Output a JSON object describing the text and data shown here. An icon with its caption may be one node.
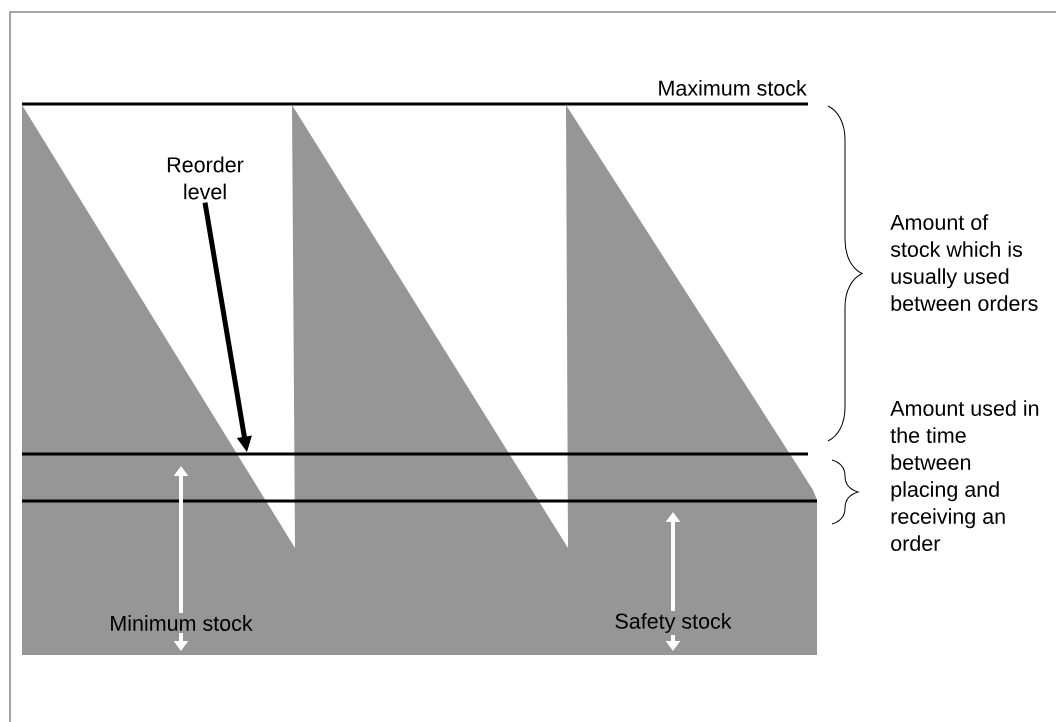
{
  "diagram": {
    "nodes": [
      {
        "text": [
          "Reorder level"
        ]
      },
      {
        "text": [],
        "shape": "line"
      }
    ],
    "edges": [
      {
        "from": 0,
        "to": 1,
        "arrow": "to"
      }
    ],
    "labels": [
      "Maximum stock",
      "Amount of stock which is usually used between orders",
      "Amount used in the time between placing and receiving an order",
      "Minimum stock",
      "Safety stock"
    ]
  }
}
